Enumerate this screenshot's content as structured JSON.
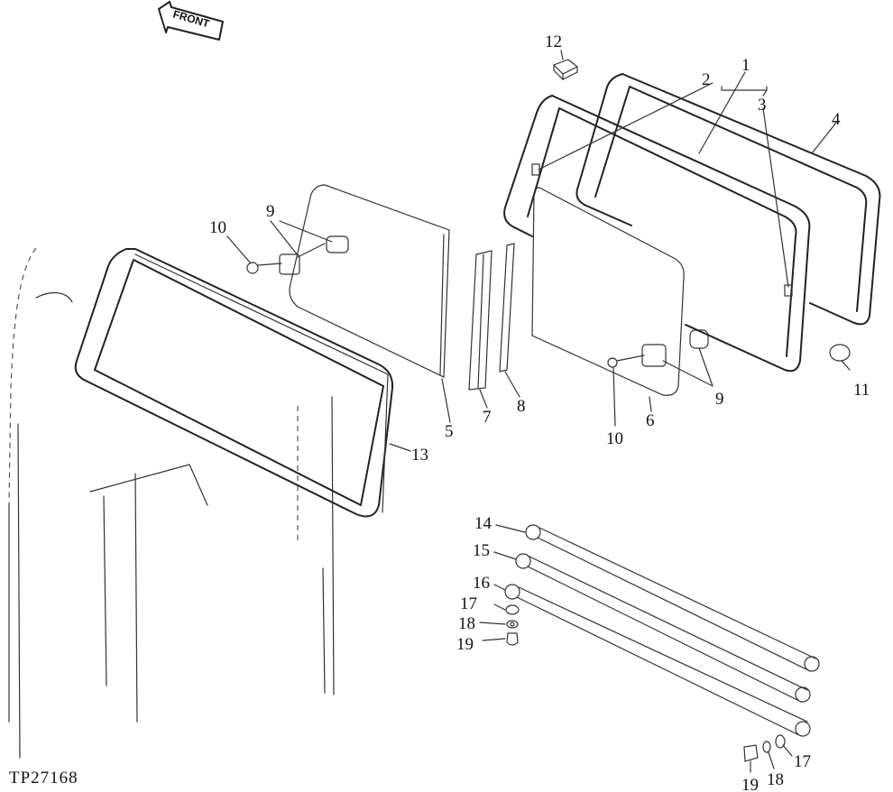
{
  "front_label": "FRONT",
  "reference_code": "TP27168",
  "callouts": {
    "c1": "1",
    "c2": "2",
    "c3": "3",
    "c4": "4",
    "c5": "5",
    "c6": "6",
    "c7": "7",
    "c8": "8",
    "c9a": "9",
    "c9b": "9",
    "c10a": "10",
    "c10b": "10",
    "c11": "11",
    "c12": "12",
    "c13": "13",
    "c14": "14",
    "c15": "15",
    "c16": "16",
    "c17a": "17",
    "c17b": "17",
    "c18a": "18",
    "c18b": "18",
    "c19a": "19",
    "c19b": "19"
  }
}
